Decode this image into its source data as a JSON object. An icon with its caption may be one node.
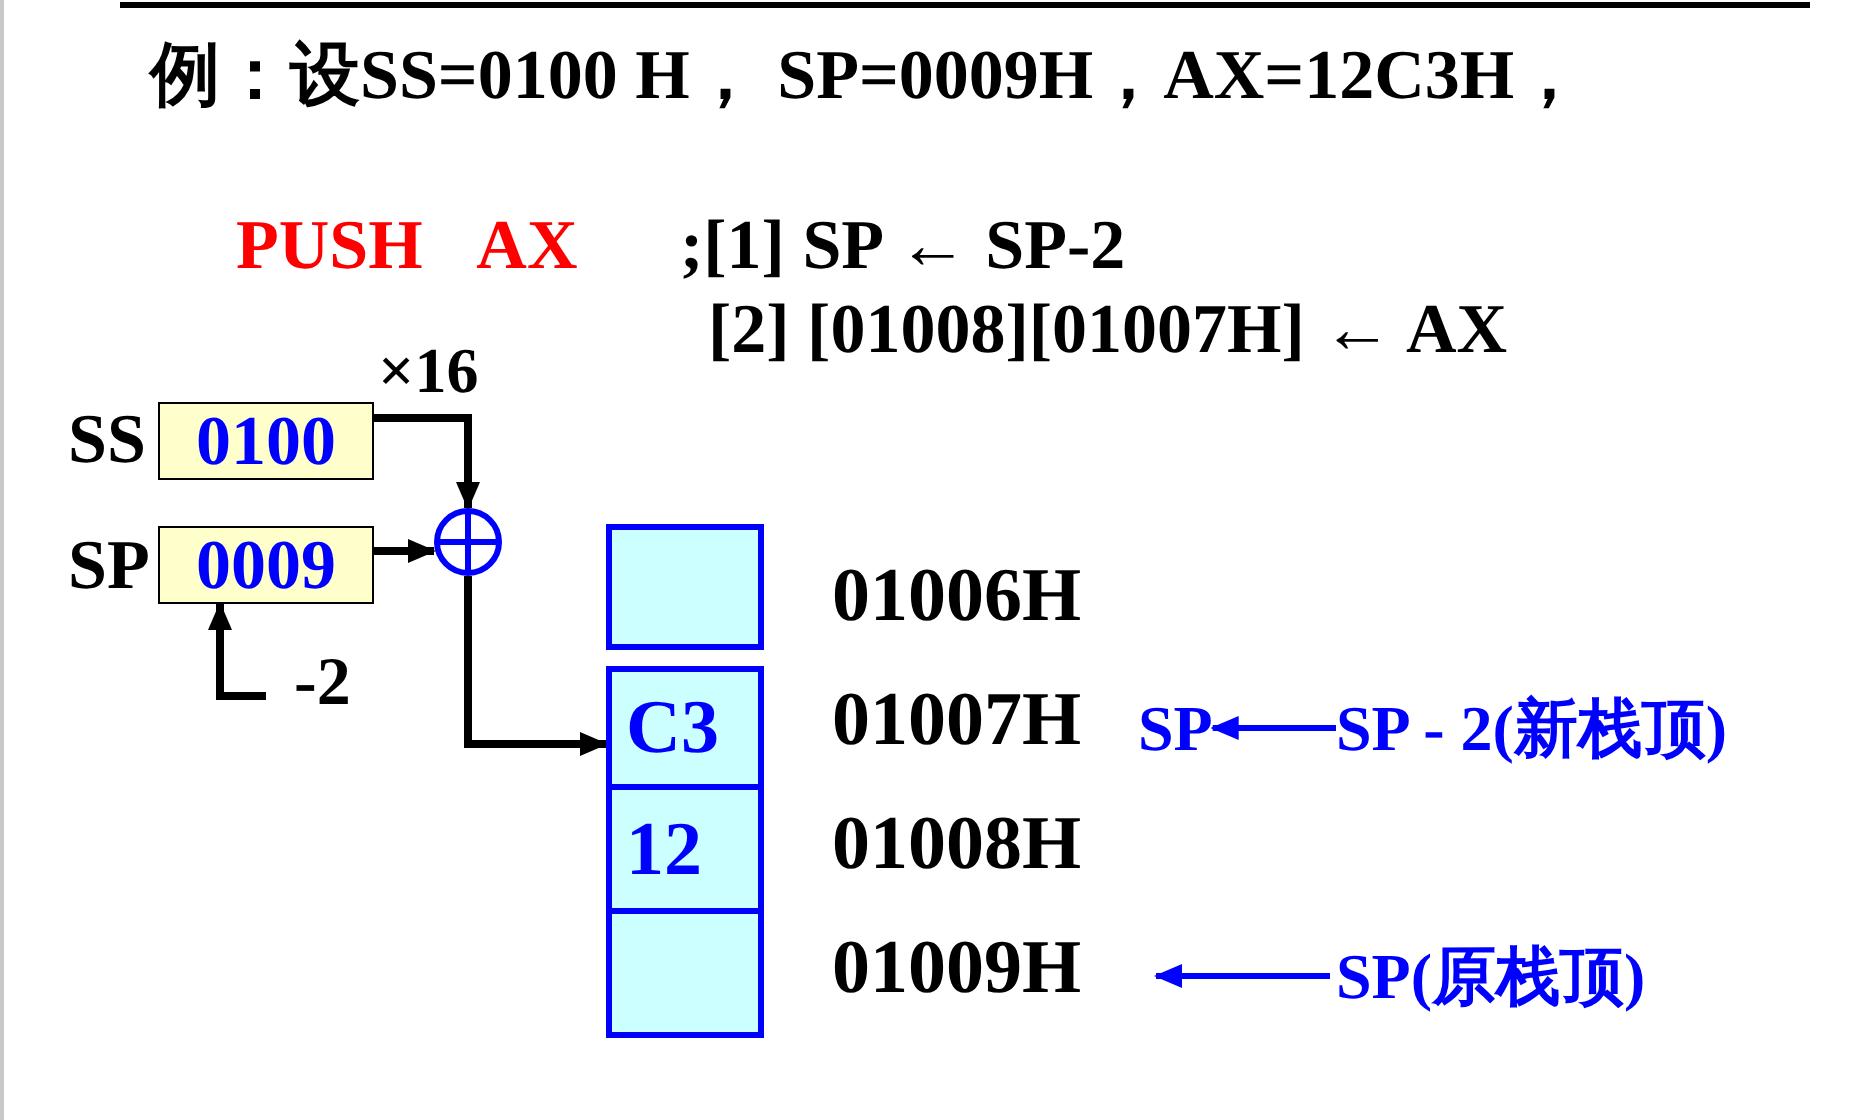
{
  "diagram": {
    "nodes": [
      {
        "text": [
          "0100"
        ],
        "beside": [
          "SS"
        ]
      },
      {
        "text": [
          "0009"
        ],
        "beside": [
          "SP"
        ]
      },
      {
        "text": [],
        "shape": "circle"
      },
      {
        "text": [],
        "shape": "box"
      },
      {
        "text": [
          "C3"
        ]
      },
      {
        "text": [
          "12"
        ]
      },
      {
        "text": [],
        "shape": "box"
      },
      {
        "text": [
          "SP"
        ]
      },
      {
        "text": [
          "SP - 2(新栈顶)"
        ]
      },
      {
        "text": [
          "SP(原栈顶)"
        ]
      }
    ],
    "edges": [
      {
        "from": 0,
        "to": 2,
        "arrow": "to",
        "label": "×16"
      },
      {
        "from": 1,
        "to": 2,
        "arrow": "to"
      },
      {
        "from": null,
        "to": 1,
        "arrow": "to",
        "label": "-2"
      },
      {
        "from": 2,
        "to": 4,
        "arrow": "to"
      },
      {
        "from": 8,
        "to": 7,
        "arrow": "to",
        "color": "#0000ff"
      },
      {
        "from": 9,
        "to": null,
        "arrow": "to",
        "color": "#0000ff"
      }
    ],
    "labels": [
      "例：设SS=0100 H， SP=0009H，AX=12C3H，",
      "PUSH AX",
      ";[1] SP ← SP-2",
      "[2] [01008][01007H] ← AX",
      "01006H",
      "01007H",
      "01008H",
      "01009H"
    ]
  }
}
